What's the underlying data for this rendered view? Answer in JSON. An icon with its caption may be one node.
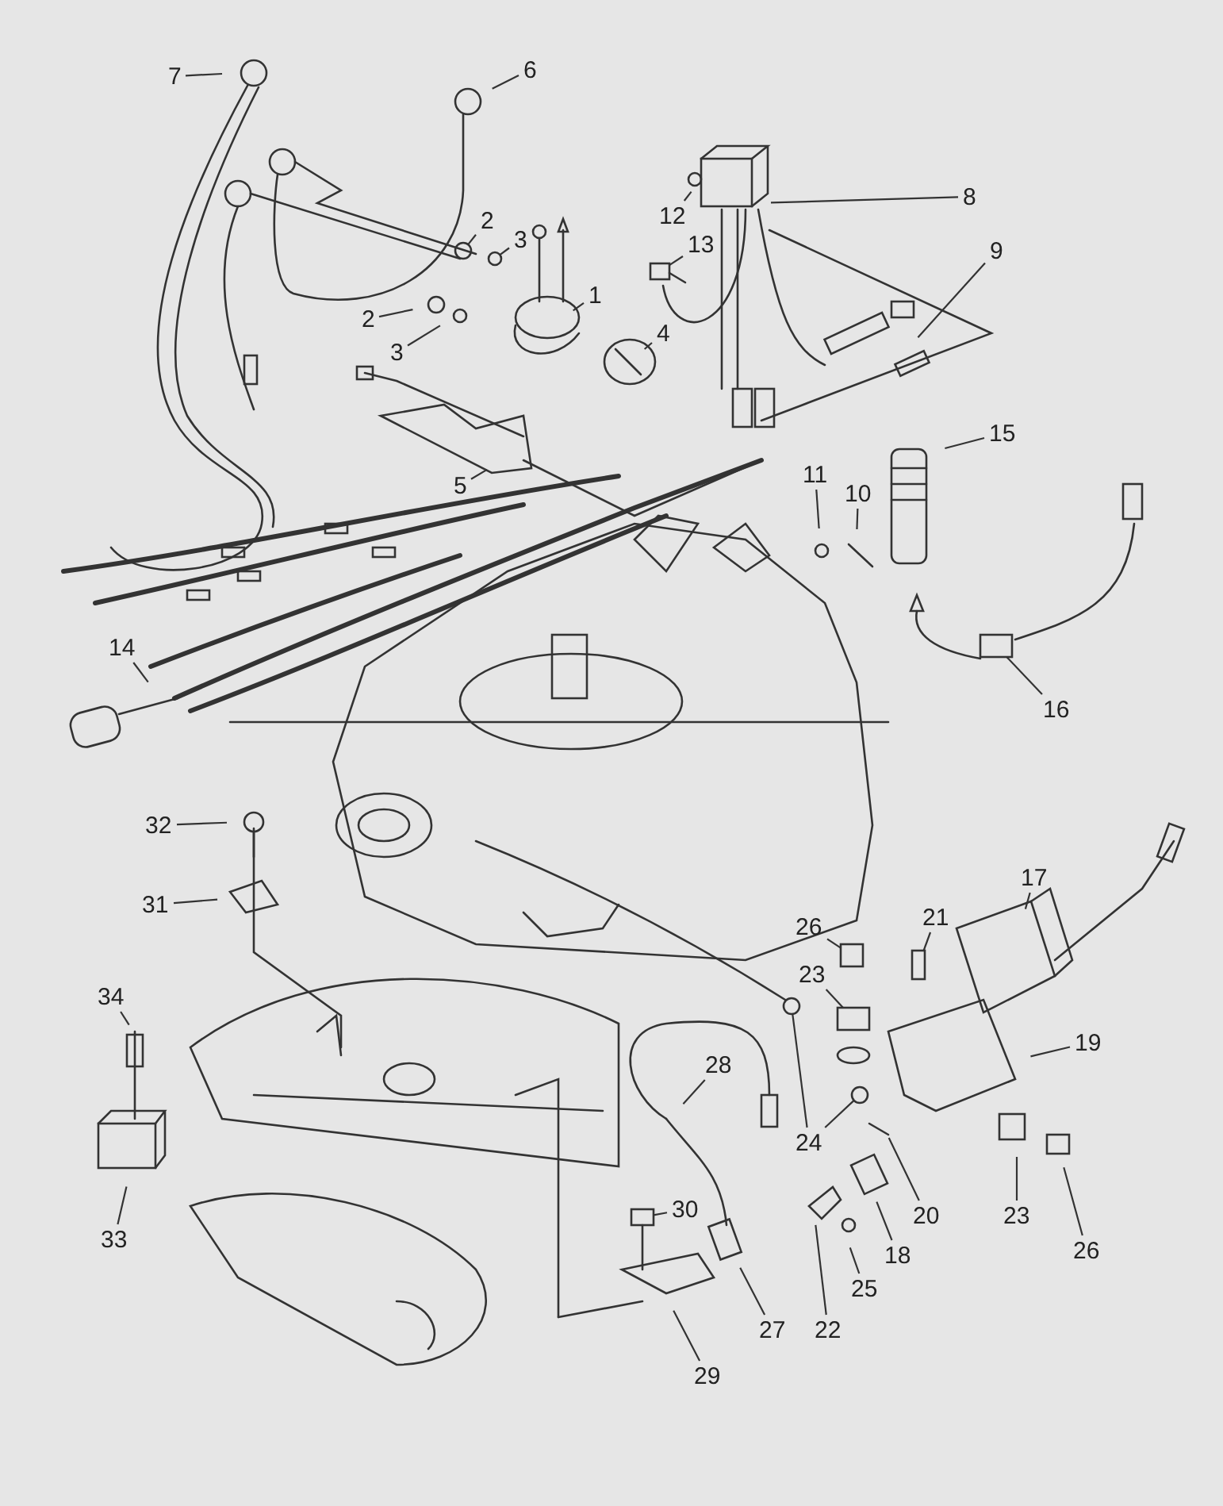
{
  "diagram": {
    "nodes": [
      {
        "text": [
          "7"
        ]
      },
      {
        "text": [
          "6"
        ]
      },
      {
        "text": [
          "2"
        ]
      },
      {
        "text": [
          "3"
        ]
      },
      {
        "text": [
          "12"
        ]
      },
      {
        "text": [
          "8"
        ]
      },
      {
        "text": [
          "13"
        ]
      },
      {
        "text": [
          "1"
        ]
      },
      {
        "text": [
          "9"
        ]
      },
      {
        "text": [
          "2"
        ]
      },
      {
        "text": [
          "3"
        ]
      },
      {
        "text": [
          "4"
        ]
      },
      {
        "text": [
          "5"
        ]
      },
      {
        "text": [
          "15"
        ]
      },
      {
        "text": [
          "11"
        ]
      },
      {
        "text": [
          "10"
        ]
      },
      {
        "text": [
          "16"
        ]
      },
      {
        "text": [
          "14"
        ]
      },
      {
        "text": [
          "32"
        ]
      },
      {
        "text": [
          "31"
        ]
      },
      {
        "text": [
          "34"
        ]
      },
      {
        "text": [
          "26"
        ]
      },
      {
        "text": [
          "21"
        ]
      },
      {
        "text": [
          "17"
        ]
      },
      {
        "text": [
          "23"
        ]
      },
      {
        "text": [
          "28"
        ]
      },
      {
        "text": [
          "19"
        ]
      },
      {
        "text": [
          "24"
        ]
      },
      {
        "text": [
          "33"
        ]
      },
      {
        "text": [
          "30"
        ]
      },
      {
        "text": [
          "20"
        ]
      },
      {
        "text": [
          "23"
        ]
      },
      {
        "text": [
          "18"
        ]
      },
      {
        "text": [
          "26"
        ]
      },
      {
        "text": [
          "25"
        ]
      },
      {
        "text": [
          "27"
        ]
      },
      {
        "text": [
          "22"
        ]
      },
      {
        "text": [
          "29"
        ]
      },
      {
        "text": [],
        "shape": "circle"
      },
      {
        "text": [],
        "shape": "circle"
      },
      {
        "text": [],
        "shape": "box"
      },
      {
        "text": [],
        "shape": "box"
      },
      {
        "text": [],
        "shape": "box"
      },
      {
        "text": [],
        "shape": "box"
      },
      {
        "text": [],
        "shape": "circle"
      },
      {
        "text": [],
        "shape": "box"
      },
      {
        "text": [],
        "shape": "box"
      },
      {
        "text": [],
        "shape": "circle"
      }
    ],
    "edges": [
      {
        "from": 0,
        "to": null,
        "arrow": "none"
      },
      {
        "from": 1,
        "to": null,
        "arrow": "none"
      },
      {
        "from": 2,
        "to": 38,
        "arrow": "none"
      },
      {
        "from": 3,
        "to": 39,
        "arrow": "none"
      },
      {
        "from": 4,
        "to": null,
        "arrow": "none"
      },
      {
        "from": 5,
        "to": null,
        "arrow": "none"
      },
      {
        "from": 6,
        "to": 40,
        "arrow": "none"
      },
      {
        "from": 7,
        "to": null,
        "arrow": "none"
      },
      {
        "from": 8,
        "to": null,
        "arrow": "none"
      },
      {
        "from": 9,
        "to": null,
        "arrow": "none"
      },
      {
        "from": 10,
        "to": null,
        "arrow": "none"
      },
      {
        "from": 11,
        "to": null,
        "arrow": "none"
      },
      {
        "from": 12,
        "to": null,
        "arrow": "none"
      },
      {
        "from": 13,
        "to": null,
        "arrow": "none"
      },
      {
        "from": 14,
        "to": null,
        "arrow": "none"
      },
      {
        "from": 15,
        "to": null,
        "arrow": "none"
      },
      {
        "from": 16,
        "to": 41,
        "arrow": "none"
      },
      {
        "from": 17,
        "to": null,
        "arrow": "none"
      },
      {
        "from": 18,
        "to": null,
        "arrow": "none"
      },
      {
        "from": 19,
        "to": null,
        "arrow": "none"
      },
      {
        "from": 20,
        "to": null,
        "arrow": "none"
      },
      {
        "from": 21,
        "to": 46,
        "arrow": "none"
      },
      {
        "from": 22,
        "to": 42,
        "arrow": "none"
      },
      {
        "from": 23,
        "to": null,
        "arrow": "none"
      },
      {
        "from": 24,
        "to": 43,
        "arrow": "none"
      },
      {
        "from": 25,
        "to": null,
        "arrow": "none"
      },
      {
        "from": 26,
        "to": null,
        "arrow": "none"
      },
      {
        "from": 27,
        "to": 47,
        "arrow": "none"
      },
      {
        "from": 27,
        "to": 44,
        "arrow": "none"
      },
      {
        "from": 28,
        "to": null,
        "arrow": "none"
      },
      {
        "from": 29,
        "to": 45,
        "arrow": "none"
      },
      {
        "from": 30,
        "to": null,
        "arrow": "none"
      },
      {
        "from": 31,
        "to": null,
        "arrow": "none"
      },
      {
        "from": 32,
        "to": null,
        "arrow": "none"
      },
      {
        "from": 33,
        "to": null,
        "arrow": "none"
      },
      {
        "from": 34,
        "to": null,
        "arrow": "none"
      },
      {
        "from": 35,
        "to": null,
        "arrow": "none"
      },
      {
        "from": 36,
        "to": null,
        "arrow": "none"
      },
      {
        "from": 37,
        "to": null,
        "arrow": "none"
      }
    ]
  }
}
